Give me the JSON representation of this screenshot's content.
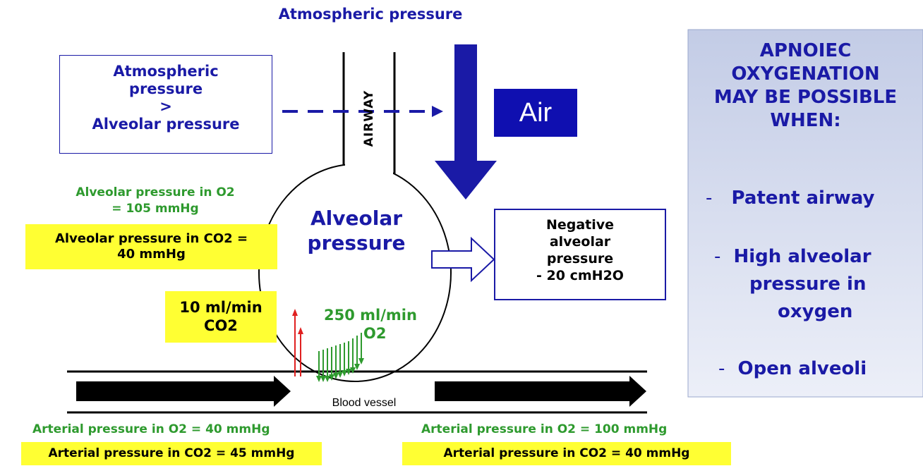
{
  "title_top": "Atmospheric pressure",
  "left_box": {
    "line1": "Atmospheric",
    "line2": "pressure",
    "line3": ">",
    "line4": "Alveolar pressure"
  },
  "airway_label": "AIRWAY",
  "air_label": "Air",
  "alveolus_label": {
    "line1": "Alveolar",
    "line2": "pressure"
  },
  "neg_box": {
    "line1": "Negative",
    "line2": "alveolar",
    "line3": "pressure",
    "line4": "- 20 cmH2O"
  },
  "alv_o2": {
    "line1": "Alveolar pressure in O2",
    "line2": "= 105 mmHg"
  },
  "alv_co2": {
    "line1": "Alveolar pressure in CO2 =",
    "line2": "40 mmHg"
  },
  "co2_rate": {
    "line1": "10 ml/min",
    "line2": "CO2"
  },
  "o2_rate": {
    "line1": "250 ml/min",
    "line2": "O2"
  },
  "blood_vessel_label": "Blood vessel",
  "arterial_left": {
    "o2": "Arterial pressure in O2 = 40 mmHg",
    "co2": "Arterial pressure in CO2 = 45 mmHg"
  },
  "arterial_right": {
    "o2": "Arterial pressure in O2 = 100 mmHg",
    "co2": "Arterial pressure in CO2 = 40 mmHg"
  },
  "side_panel": {
    "title1": "APNOIEC",
    "title2": "OXYGENATION",
    "title3": "MAY BE POSSIBLE",
    "title4": "WHEN:",
    "item1": "Patent airway",
    "item2a": "High alveolar",
    "item2b": "pressure in",
    "item2c": "oxygen",
    "item3": "Open alveoli",
    "dash": "-"
  },
  "colors": {
    "navy": "#1a1aa6",
    "air_box": "#0f0fb0",
    "green": "#2e9a2e",
    "yellow": "#ffff33",
    "red": "#e02020",
    "panel_top": "#c7cfe6",
    "panel_bottom": "#e6eaf5"
  }
}
